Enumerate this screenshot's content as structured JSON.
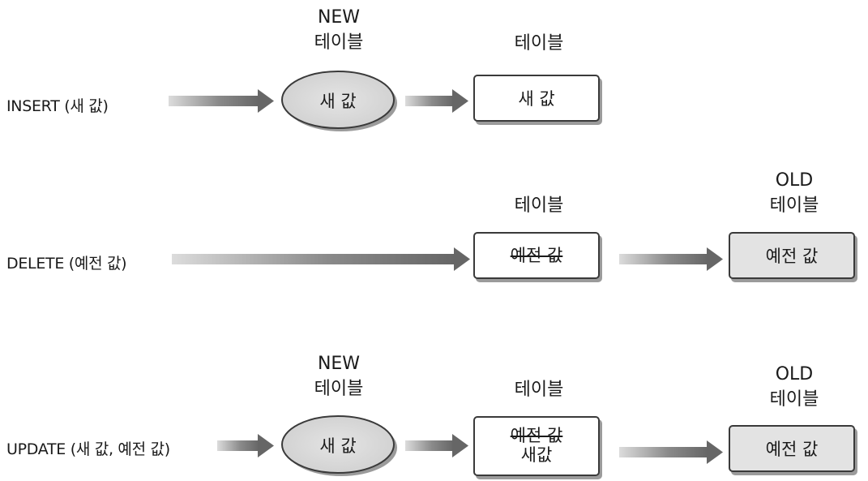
{
  "rows": {
    "insert": {
      "label": "INSERT (새 값)",
      "new_caption": [
        "NEW",
        "테이블"
      ],
      "new_value": "새 값",
      "table_caption": "테이블",
      "table_value": "새 값"
    },
    "delete": {
      "label": "DELETE (예전 값)",
      "table_caption": "테이블",
      "table_value": "예전 값",
      "old_caption": [
        "OLD",
        "테이블"
      ],
      "old_value": "예전 값"
    },
    "update": {
      "label": "UPDATE (새 값, 예전 값)",
      "new_caption": [
        "NEW",
        "테이블"
      ],
      "new_value": "새 값",
      "table_caption": "테이블",
      "table_old_value": "예전 값",
      "table_new_value": "새값",
      "old_caption": [
        "OLD",
        "테이블"
      ],
      "old_value": "예전 값"
    }
  },
  "colors": {
    "arrow": "#6e6e6e",
    "box_border": "#3a3a3a",
    "gray_fill": "#e3e3e3"
  }
}
